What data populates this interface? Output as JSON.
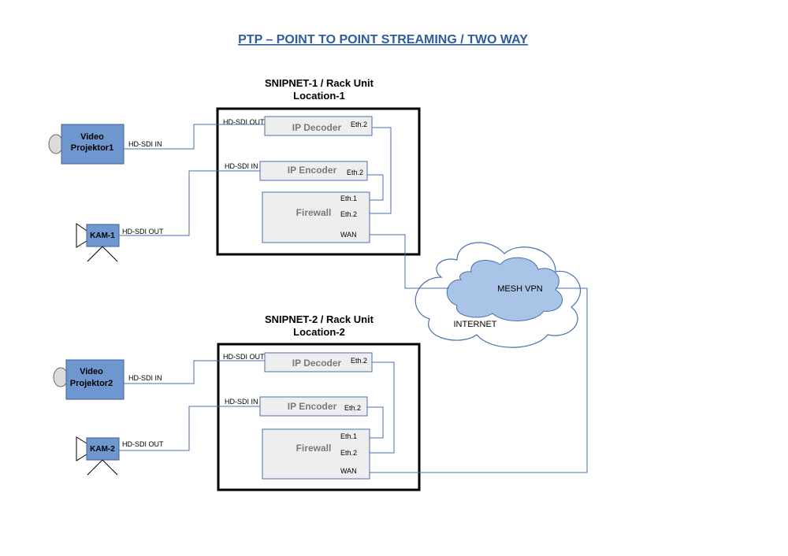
{
  "title": "PTP – POINT TO POINT STREAMING / TWO WAY",
  "colors": {
    "title": "#2e5c9e",
    "device": "#6f97cf",
    "wire": "#4a6fb0",
    "module": "#eeeeee",
    "cloud_inner": "#a9c4e6"
  },
  "units": [
    {
      "name": "SNIPNET-1 / Rack Unit",
      "location": "Location-1",
      "decoder": {
        "label": "IP Decoder",
        "port_in": "HD-SDI OUT",
        "port_eth": "Eth.2"
      },
      "encoder": {
        "label": "IP Encoder",
        "port_in": "HD-SDI IN",
        "port_eth": "Eth.2"
      },
      "firewall": {
        "label": "Firewall",
        "eth1": "Eth.1",
        "eth2": "Eth.2",
        "wan": "WAN"
      },
      "projector": {
        "line1": "Video",
        "line2": "Projektor1",
        "port": "HD-SDI IN"
      },
      "camera": {
        "label": "KAM-1",
        "port": "HD-SDI OUT"
      }
    },
    {
      "name": "SNIPNET-2 / Rack Unit",
      "location": "Location-2",
      "decoder": {
        "label": "IP Decoder",
        "port_in": "HD-SDI OUT",
        "port_eth": "Eth.2"
      },
      "encoder": {
        "label": "IP Encoder",
        "port_in": "HD-SDI IN",
        "port_eth": "Eth.2"
      },
      "firewall": {
        "label": "Firewall",
        "eth1": "Eth.1",
        "eth2": "Eth.2",
        "wan": "WAN"
      },
      "projector": {
        "line1": "Video",
        "line2": "Projektor2",
        "port": "HD-SDI IN"
      },
      "camera": {
        "label": "KAM-2",
        "port": "HD-SDI OUT"
      }
    }
  ],
  "cloud": {
    "inner": "MESH VPN",
    "outer": "INTERNET"
  }
}
